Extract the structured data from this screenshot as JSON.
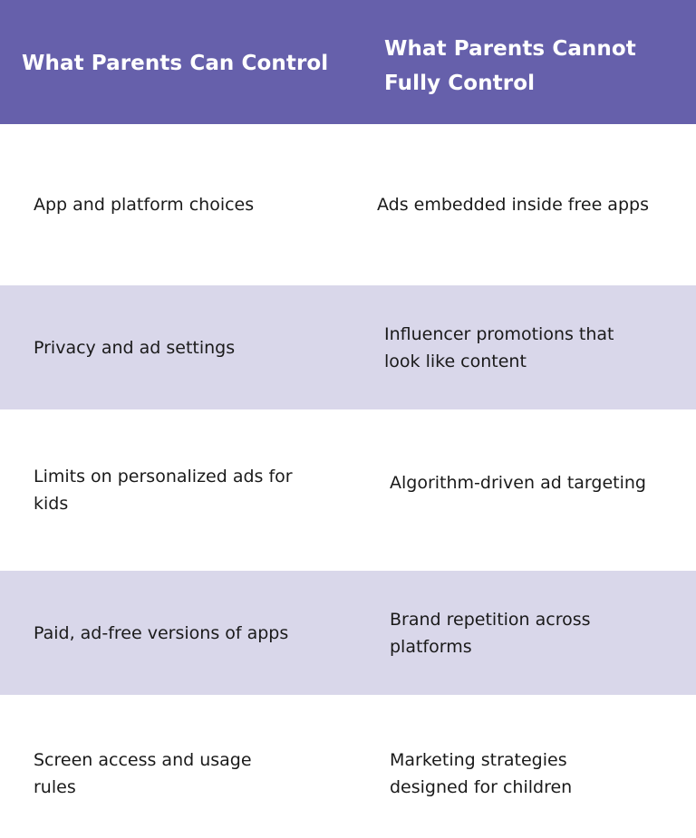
{
  "headers": {
    "can_control": "What Parents Can Control",
    "cannot_control": "What Parents Cannot Fully Control"
  },
  "rows": [
    {
      "can": "App and platform choices",
      "cannot": "Ads embedded inside free apps"
    },
    {
      "can": "Privacy and ad settings",
      "cannot": "Influencer promotions that look like content"
    },
    {
      "can": "Limits on personalized ads for kids",
      "cannot": "Algorithm-driven ad targeting"
    },
    {
      "can": "Paid, ad-free versions of apps",
      "cannot": "Brand repetition across platforms"
    },
    {
      "can": "Screen access and usage rules",
      "cannot": "Marketing strategies designed for children"
    }
  ],
  "colors": {
    "header_bg": "#6660ab",
    "alt_row_bg": "#d9d7ea",
    "header_text": "#ffffff",
    "body_text": "#1a1a1a"
  }
}
